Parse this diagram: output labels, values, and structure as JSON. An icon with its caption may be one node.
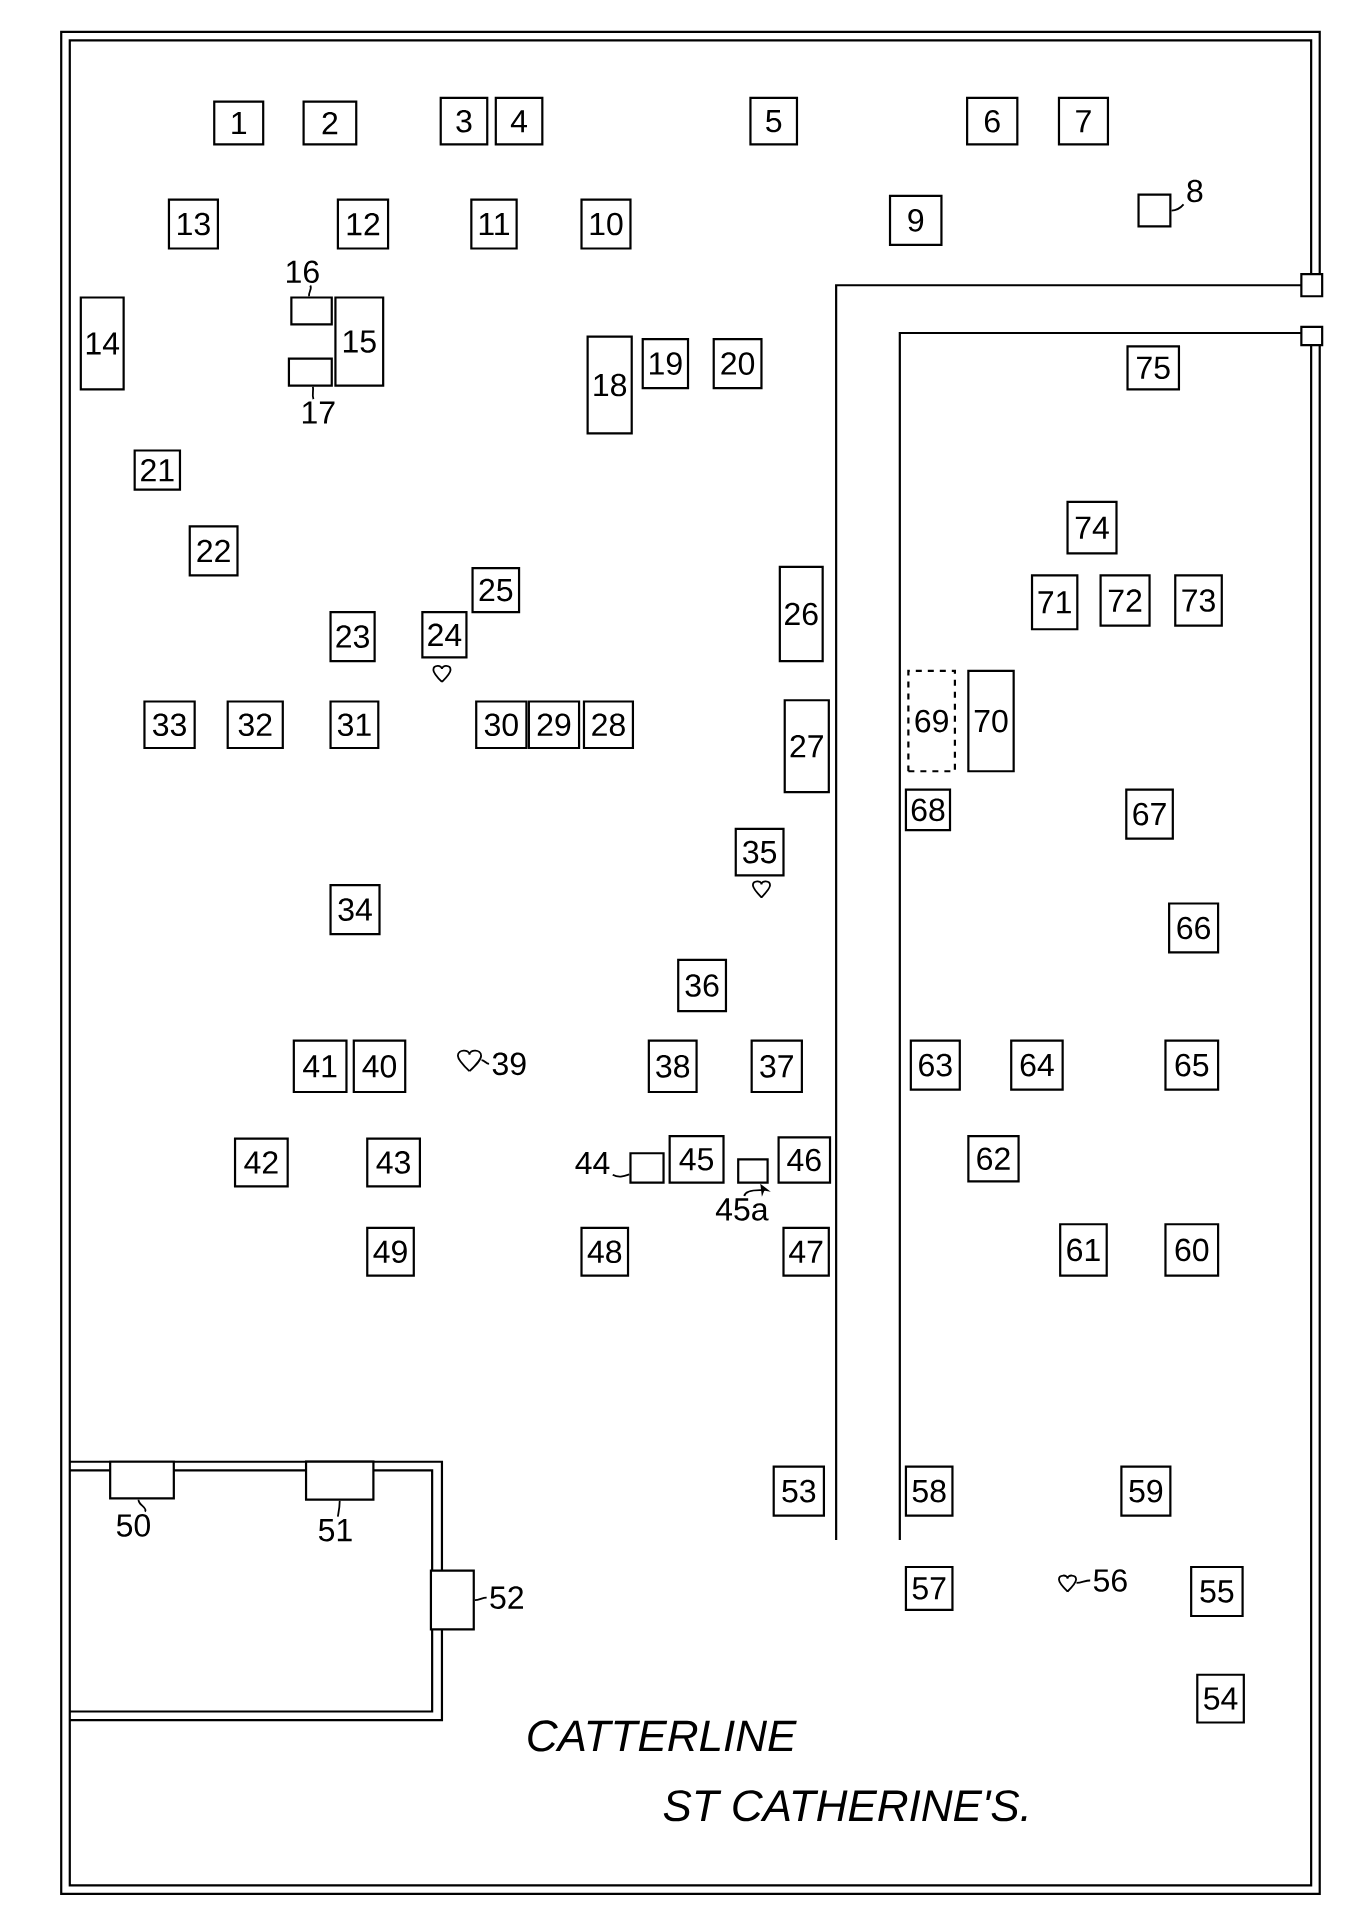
{
  "diagram": {
    "nodes": [
      {
        "text": [
          "1"
        ]
      },
      {
        "text": [
          "2"
        ]
      },
      {
        "text": [
          "3"
        ]
      },
      {
        "text": [
          "4"
        ]
      },
      {
        "text": [
          "5"
        ]
      },
      {
        "text": [
          "6"
        ]
      },
      {
        "text": [
          "7"
        ]
      },
      {
        "text": [],
        "shape": "box"
      },
      {
        "text": [
          "8"
        ]
      },
      {
        "text": [
          "9"
        ]
      },
      {
        "text": [
          "10"
        ]
      },
      {
        "text": [
          "11"
        ]
      },
      {
        "text": [
          "12"
        ]
      },
      {
        "text": [
          "13"
        ]
      },
      {
        "text": [
          "14"
        ]
      },
      {
        "text": [
          "15"
        ]
      },
      {
        "text": [],
        "shape": "box"
      },
      {
        "text": [
          "16"
        ]
      },
      {
        "text": [],
        "shape": "box"
      },
      {
        "text": [
          "17"
        ]
      },
      {
        "text": [
          "18"
        ]
      },
      {
        "text": [
          "19"
        ]
      },
      {
        "text": [
          "20"
        ]
      },
      {
        "text": [
          "21"
        ]
      },
      {
        "text": [
          "22"
        ]
      },
      {
        "text": [
          "23"
        ]
      },
      {
        "text": [
          "24"
        ]
      },
      {
        "text": [],
        "shape": "heart"
      },
      {
        "text": [
          "25"
        ]
      },
      {
        "text": [
          "26"
        ]
      },
      {
        "text": [
          "27"
        ]
      },
      {
        "text": [
          "28"
        ]
      },
      {
        "text": [
          "29"
        ]
      },
      {
        "text": [
          "30"
        ]
      },
      {
        "text": [
          "31"
        ]
      },
      {
        "text": [
          "32"
        ]
      },
      {
        "text": [
          "33"
        ]
      },
      {
        "text": [
          "34"
        ]
      },
      {
        "text": [
          "35"
        ]
      },
      {
        "text": [],
        "shape": "heart"
      },
      {
        "text": [
          "36"
        ]
      },
      {
        "text": [
          "37"
        ]
      },
      {
        "text": [
          "38"
        ]
      },
      {
        "text": [],
        "shape": "heart"
      },
      {
        "text": [
          "39"
        ]
      },
      {
        "text": [
          "40"
        ]
      },
      {
        "text": [
          "41"
        ]
      },
      {
        "text": [
          "42"
        ]
      },
      {
        "text": [
          "43"
        ]
      },
      {
        "text": [],
        "shape": "box"
      },
      {
        "text": [
          "44"
        ]
      },
      {
        "text": [
          "45"
        ]
      },
      {
        "text": [],
        "shape": "box"
      },
      {
        "text": [
          "45a"
        ]
      },
      {
        "text": [
          "46"
        ]
      },
      {
        "text": [
          "47"
        ]
      },
      {
        "text": [
          "48"
        ]
      },
      {
        "text": [
          "49"
        ]
      },
      {
        "text": [],
        "shape": "box"
      },
      {
        "text": [
          "50"
        ]
      },
      {
        "text": [],
        "shape": "box"
      },
      {
        "text": [
          "51"
        ]
      },
      {
        "text": [],
        "shape": "box"
      },
      {
        "text": [
          "52"
        ]
      },
      {
        "text": [
          "53"
        ]
      },
      {
        "text": [
          "54"
        ]
      },
      {
        "text": [
          "55"
        ]
      },
      {
        "text": [],
        "shape": "heart"
      },
      {
        "text": [
          "56"
        ]
      },
      {
        "text": [
          "57"
        ]
      },
      {
        "text": [
          "58"
        ]
      },
      {
        "text": [
          "59"
        ]
      },
      {
        "text": [
          "60"
        ]
      },
      {
        "text": [
          "61"
        ]
      },
      {
        "text": [
          "62"
        ]
      },
      {
        "text": [
          "63"
        ]
      },
      {
        "text": [
          "64"
        ]
      },
      {
        "text": [
          "65"
        ]
      },
      {
        "text": [
          "66"
        ]
      },
      {
        "text": [
          "67"
        ]
      },
      {
        "text": [
          "68"
        ]
      },
      {
        "text": [
          "69"
        ]
      },
      {
        "text": [
          "70"
        ]
      },
      {
        "text": [
          "71"
        ]
      },
      {
        "text": [
          "72"
        ]
      },
      {
        "text": [
          "73"
        ]
      },
      {
        "text": [
          "74"
        ]
      },
      {
        "text": [
          "75"
        ]
      }
    ],
    "edges": [
      {
        "from": 8,
        "to": 7,
        "arrow": "none"
      },
      {
        "from": 17,
        "to": 16,
        "arrow": "none"
      },
      {
        "from": 19,
        "to": 18,
        "arrow": "none"
      },
      {
        "from": 44,
        "to": 43,
        "arrow": "none"
      },
      {
        "from": 50,
        "to": 49,
        "arrow": "none"
      },
      {
        "from": 53,
        "to": 52,
        "arrow": "to"
      },
      {
        "from": 59,
        "to": 58,
        "arrow": "none"
      },
      {
        "from": 61,
        "to": 60,
        "arrow": "none"
      },
      {
        "from": 63,
        "to": 62,
        "arrow": "none"
      },
      {
        "from": 68,
        "to": 67,
        "arrow": "none"
      }
    ],
    "labels": [
      "CATTERLINE",
      "ST CATHERINE'S."
    ]
  }
}
